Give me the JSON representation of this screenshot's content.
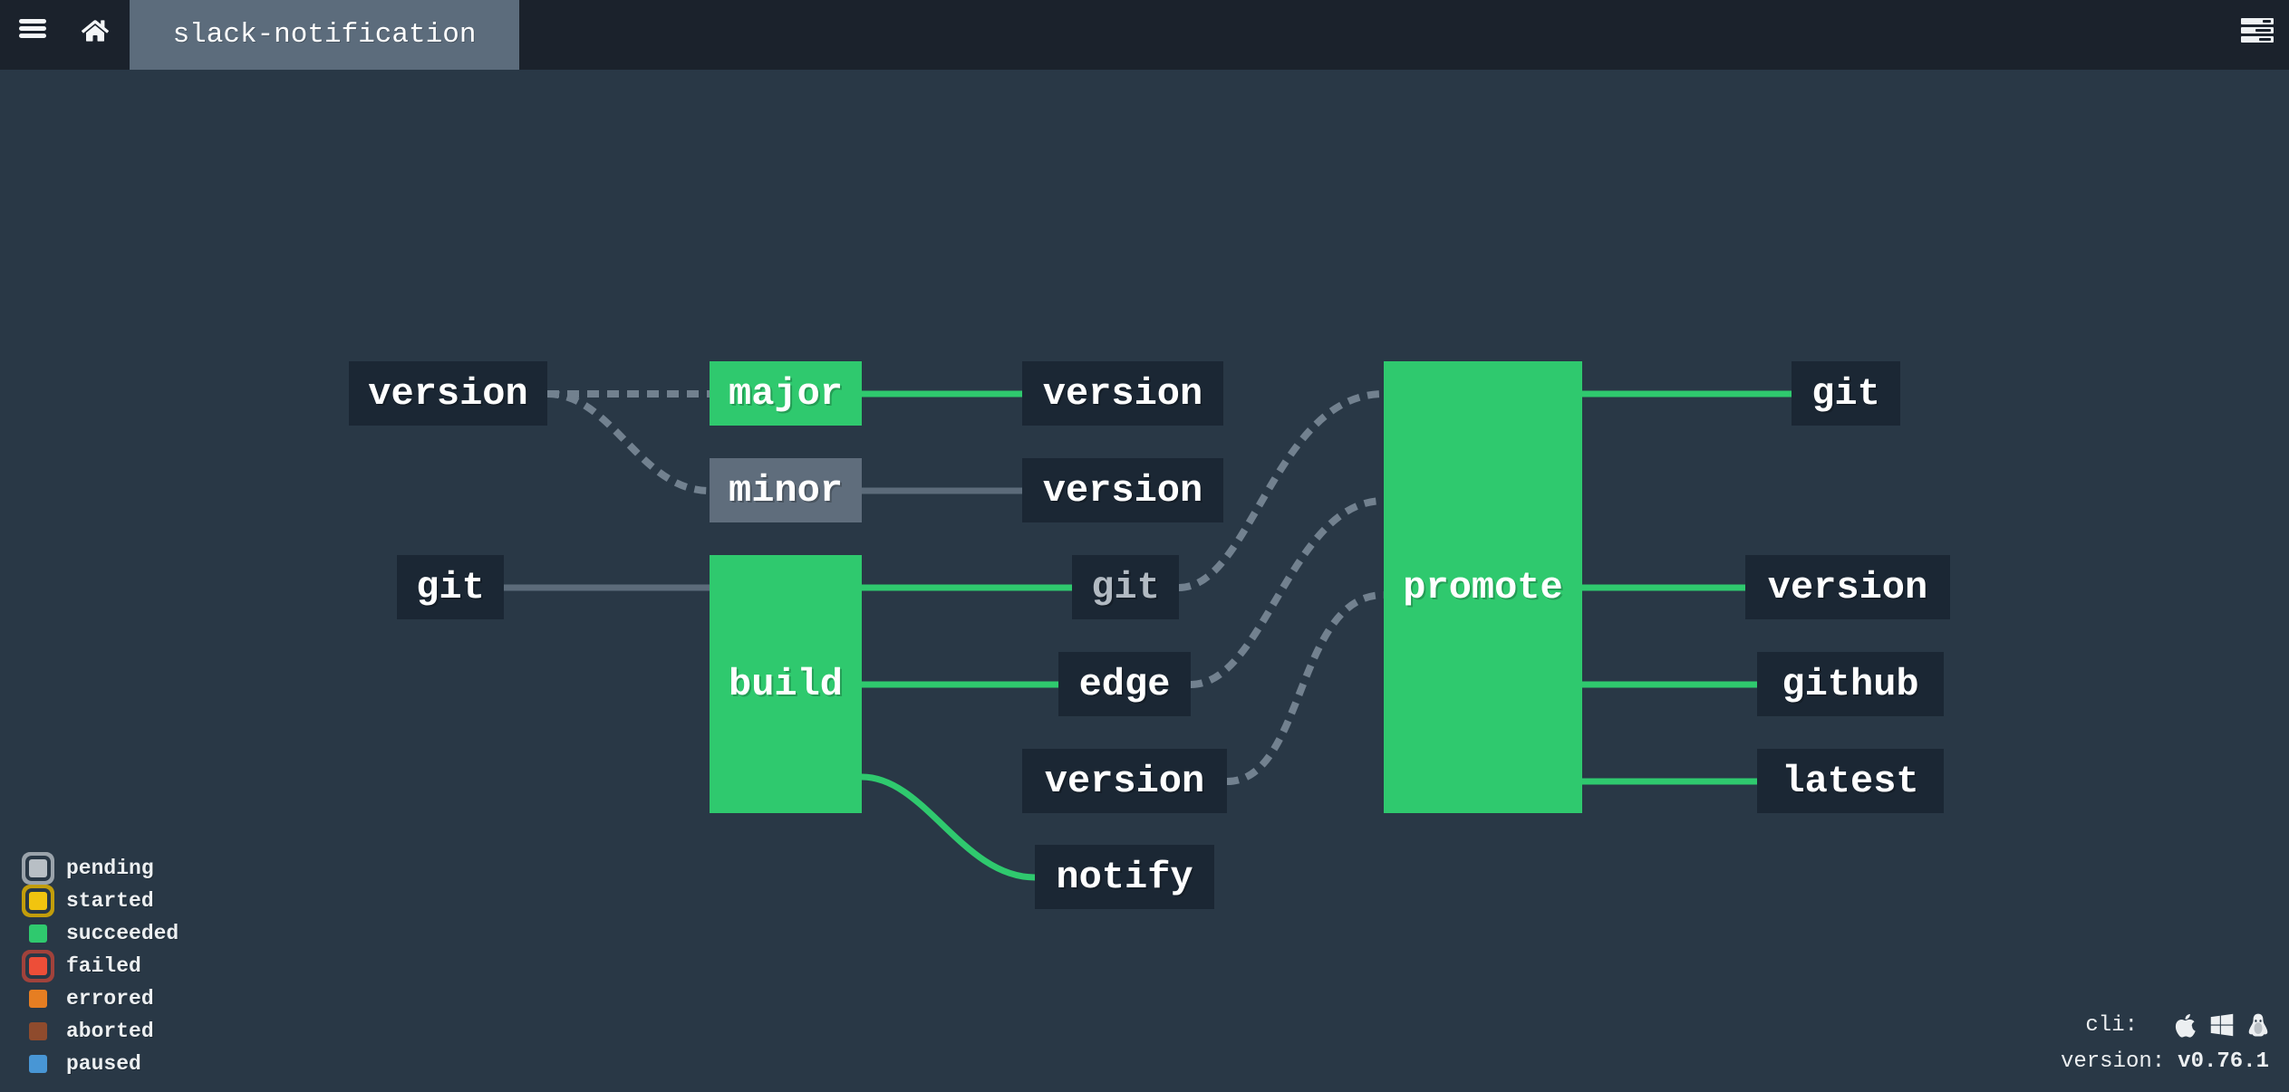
{
  "topbar": {
    "pipeline_name": "slack-notification"
  },
  "graph": {
    "nodes": [
      {
        "id": "version-1",
        "label": "version",
        "kind": "resource"
      },
      {
        "id": "major",
        "label": "major",
        "kind": "job",
        "status": "succeeded"
      },
      {
        "id": "version-2",
        "label": "version",
        "kind": "resource"
      },
      {
        "id": "minor",
        "label": "minor",
        "kind": "job",
        "status": "pending"
      },
      {
        "id": "version-3",
        "label": "version",
        "kind": "resource"
      },
      {
        "id": "git-1",
        "label": "git",
        "kind": "resource"
      },
      {
        "id": "build",
        "label": "build",
        "kind": "job",
        "status": "succeeded"
      },
      {
        "id": "git-2",
        "label": "git",
        "kind": "resource"
      },
      {
        "id": "edge",
        "label": "edge",
        "kind": "resource"
      },
      {
        "id": "version-4",
        "label": "version",
        "kind": "resource"
      },
      {
        "id": "notify",
        "label": "notify",
        "kind": "resource"
      },
      {
        "id": "promote",
        "label": "promote",
        "kind": "job",
        "status": "succeeded"
      },
      {
        "id": "git-3",
        "label": "git",
        "kind": "resource"
      },
      {
        "id": "version-5",
        "label": "version",
        "kind": "resource"
      },
      {
        "id": "github",
        "label": "github",
        "kind": "resource"
      },
      {
        "id": "latest",
        "label": "latest",
        "kind": "resource"
      }
    ],
    "edges": [
      {
        "from": "version-1",
        "to": "major",
        "style": "dashed"
      },
      {
        "from": "version-1",
        "to": "minor",
        "style": "dashed"
      },
      {
        "from": "major",
        "to": "version-2",
        "style": "solid-succeeded"
      },
      {
        "from": "minor",
        "to": "version-3",
        "style": "solid-pending"
      },
      {
        "from": "git-1",
        "to": "build",
        "style": "solid-pending"
      },
      {
        "from": "build",
        "to": "git-2",
        "style": "solid-succeeded"
      },
      {
        "from": "build",
        "to": "edge",
        "style": "solid-succeeded"
      },
      {
        "from": "build",
        "to": "notify",
        "style": "solid-succeeded"
      },
      {
        "from": "git-2",
        "to": "promote",
        "style": "dashed"
      },
      {
        "from": "edge",
        "to": "promote",
        "style": "dashed"
      },
      {
        "from": "version-4",
        "to": "promote",
        "style": "dashed"
      },
      {
        "from": "promote",
        "to": "git-3",
        "style": "solid-succeeded"
      },
      {
        "from": "promote",
        "to": "version-5",
        "style": "solid-succeeded"
      },
      {
        "from": "promote",
        "to": "github",
        "style": "solid-succeeded"
      },
      {
        "from": "promote",
        "to": "latest",
        "style": "solid-succeeded"
      }
    ]
  },
  "legend": {
    "items": [
      {
        "label": "pending",
        "color": "#b8bfc5",
        "ring": "#9aa3ab"
      },
      {
        "label": "started",
        "color": "#f1c40f",
        "ring": "#c29d0b"
      },
      {
        "label": "succeeded",
        "color": "#2fc96e"
      },
      {
        "label": "failed",
        "color": "#ed4e38",
        "ring": "#a1423b"
      },
      {
        "label": "errored",
        "color": "#e67e22"
      },
      {
        "label": "aborted",
        "color": "#8f4b2d"
      },
      {
        "label": "paused",
        "color": "#4896d5"
      }
    ]
  },
  "footer": {
    "cli_label": "cli:",
    "cli_icons": [
      "apple",
      "windows",
      "linux"
    ],
    "version_label": "version:",
    "version_value": "v0.76.1"
  },
  "colors": {
    "succeeded": "#2fc96e",
    "pending_job": "#5f6d7c",
    "resource_bg": "#1b2734",
    "solid_gray_line": "#5c6b7a",
    "dashed_line": "#72818f",
    "dim_text": "#b2bac2"
  }
}
